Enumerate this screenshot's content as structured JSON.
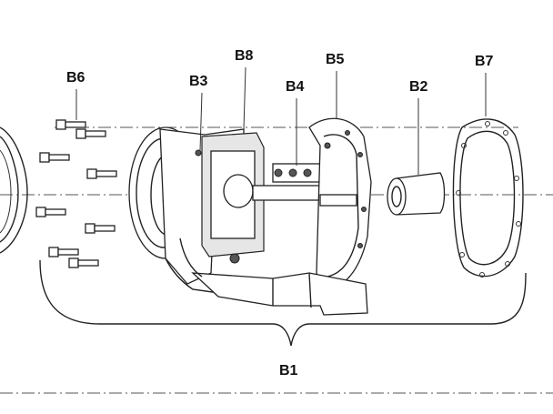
{
  "labels": {
    "b1": "B1",
    "b2": "B2",
    "b3": "B3",
    "b4": "B4",
    "b5": "B5",
    "b6": "B6",
    "b7": "B7",
    "b8": "B8"
  },
  "colors": {
    "line": "#222222",
    "background": "#ffffff"
  }
}
